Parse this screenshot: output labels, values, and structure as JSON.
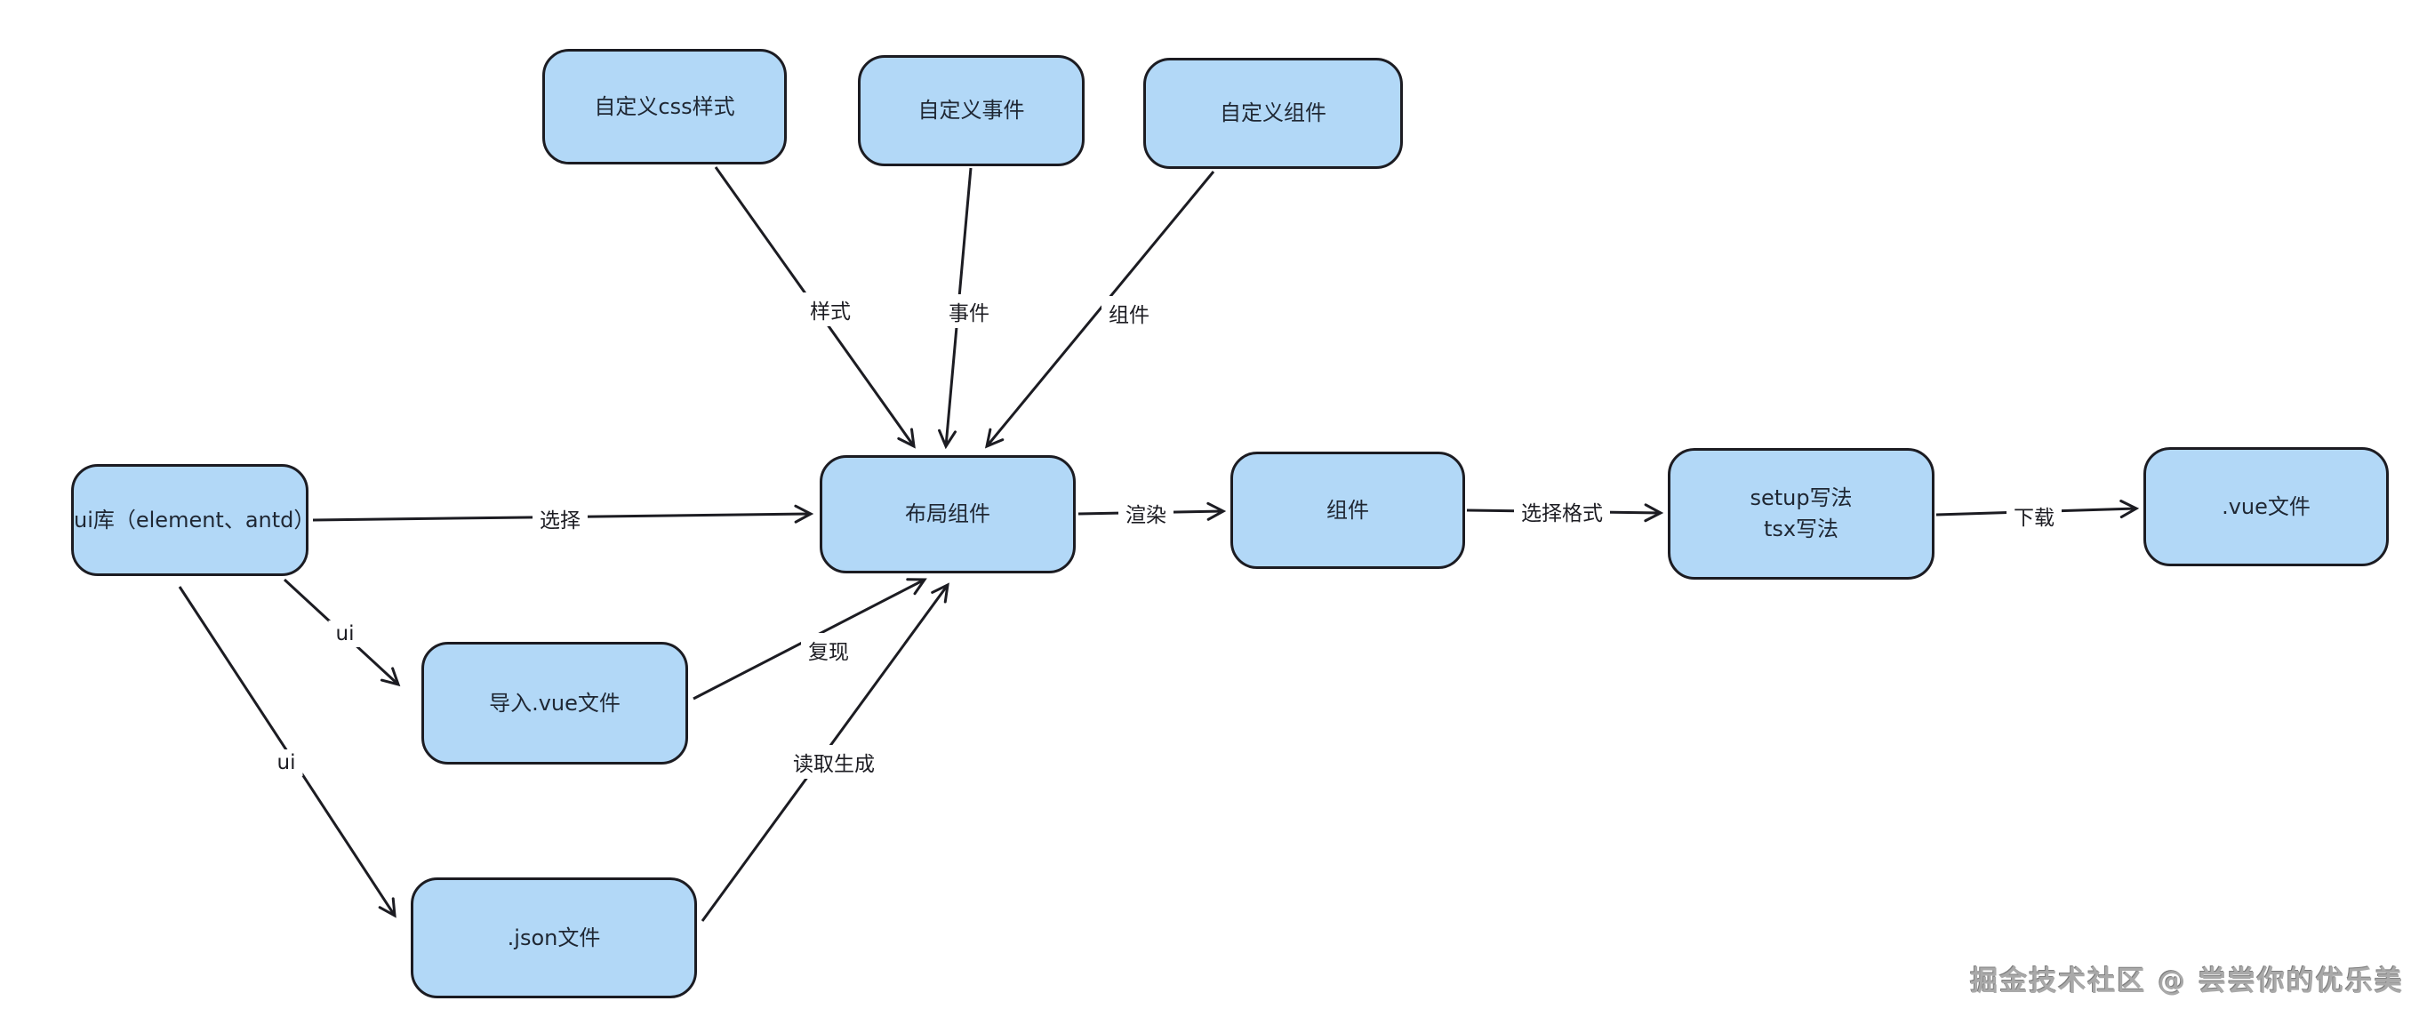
{
  "diagram": {
    "background_color": "#ffffff",
    "node_fill_color": "#b2d8f7",
    "node_border_color": "#1c1c22",
    "edge_color": "#1c1c22",
    "nodes": {
      "custom_css": {
        "label": "自定义css样式"
      },
      "custom_event": {
        "label": "自定义事件"
      },
      "custom_component": {
        "label": "自定义组件"
      },
      "ui_lib": {
        "label": "ui库（element、antd）"
      },
      "layout_component": {
        "label": "布局组件"
      },
      "component": {
        "label": "组件"
      },
      "format_options": {
        "label": "setup写法\ntsx写法"
      },
      "vue_file": {
        "label": ".vue文件"
      },
      "import_vue_file": {
        "label": "导入.vue文件"
      },
      "json_file": {
        "label": ".json文件"
      }
    },
    "edges": {
      "style": {
        "label": "样式"
      },
      "event": {
        "label": "事件"
      },
      "component": {
        "label": "组件"
      },
      "select": {
        "label": "选择"
      },
      "render": {
        "label": "渲染"
      },
      "select_format": {
        "label": "选择格式"
      },
      "download": {
        "label": "下载"
      },
      "ui_to_import": {
        "label": "ui"
      },
      "ui_to_json": {
        "label": "ui"
      },
      "reproduce": {
        "label": "复现"
      },
      "read_generate": {
        "label": "读取生成"
      }
    }
  },
  "watermark": {
    "text": "掘金技术社区 @ 尝尝你的优乐美"
  }
}
